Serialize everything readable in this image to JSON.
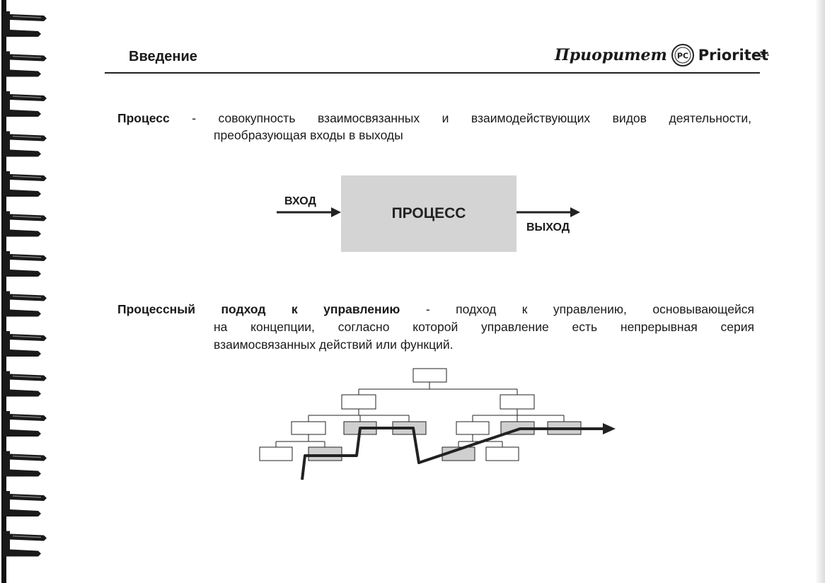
{
  "header": {
    "title": "Введение",
    "brand_ru": "Приоритет",
    "logo_text": "PC",
    "brand_en": "Prioritet",
    "page_number": "- 3 -"
  },
  "definition_process": {
    "term": "Процесс",
    "line1_rest": " - совокупность взаимосвязанных и взаимодействующих видов деятельности,",
    "line2": "преобразующая входы в выходы"
  },
  "process_diagram": {
    "input_label": "ВХОД",
    "box_label": "ПРОЦЕСС",
    "output_label": "ВЫХОД"
  },
  "definition_approach": {
    "term": "Процессный подход к управлению",
    "line1_rest": " - подход к управлению, основывающейся",
    "line2": "на концепции, согласно которой управление есть непрерывная серия",
    "line3": "взаимосвязанных действий или функций."
  }
}
